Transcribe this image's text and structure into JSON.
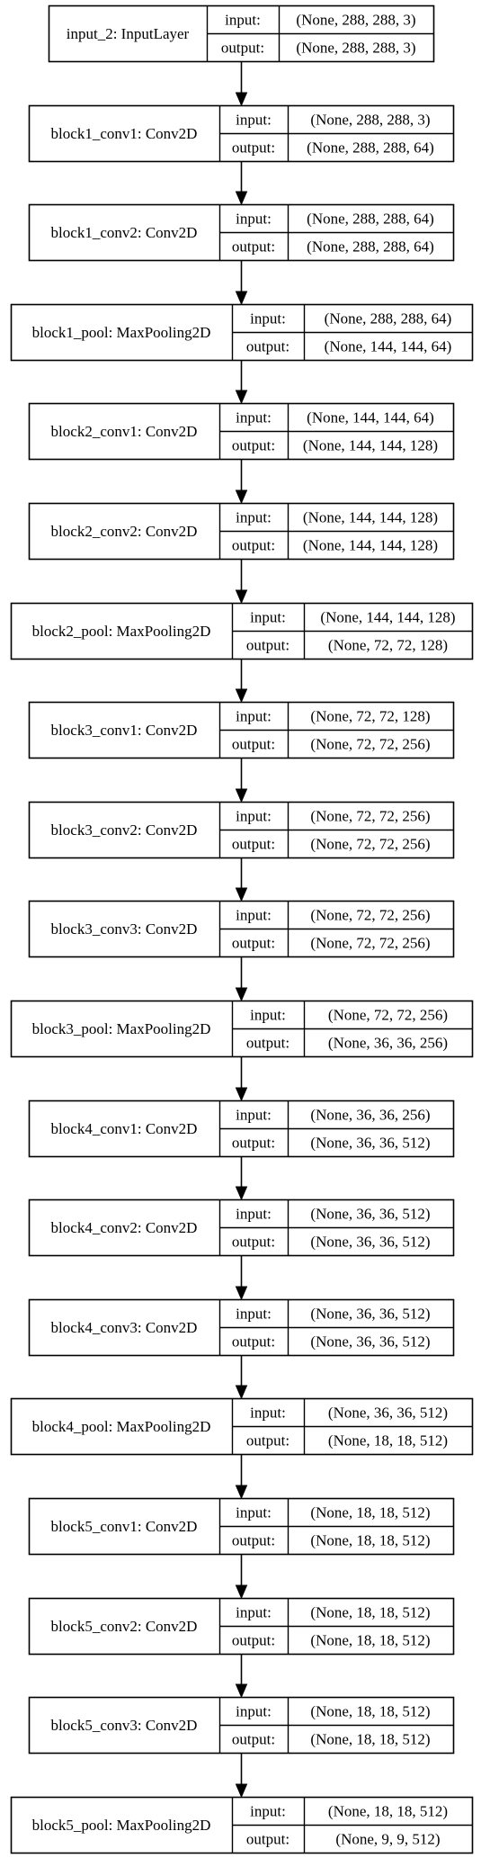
{
  "diagram": {
    "field_labels": {
      "input": "input:",
      "output": "output:"
    },
    "layers": [
      {
        "name": "input_2: InputLayer",
        "input": "(None, 288, 288, 3)",
        "output": "(None, 288, 288, 3)"
      },
      {
        "name": "block1_conv1: Conv2D",
        "input": "(None, 288, 288, 3)",
        "output": "(None, 288, 288, 64)"
      },
      {
        "name": "block1_conv2: Conv2D",
        "input": "(None, 288, 288, 64)",
        "output": "(None, 288, 288, 64)"
      },
      {
        "name": "block1_pool: MaxPooling2D",
        "input": "(None, 288, 288, 64)",
        "output": "(None, 144, 144, 64)"
      },
      {
        "name": "block2_conv1: Conv2D",
        "input": "(None, 144, 144, 64)",
        "output": "(None, 144, 144, 128)"
      },
      {
        "name": "block2_conv2: Conv2D",
        "input": "(None, 144, 144, 128)",
        "output": "(None, 144, 144, 128)"
      },
      {
        "name": "block2_pool: MaxPooling2D",
        "input": "(None, 144, 144, 128)",
        "output": "(None, 72, 72, 128)"
      },
      {
        "name": "block3_conv1: Conv2D",
        "input": "(None, 72, 72, 128)",
        "output": "(None, 72, 72, 256)"
      },
      {
        "name": "block3_conv2: Conv2D",
        "input": "(None, 72, 72, 256)",
        "output": "(None, 72, 72, 256)"
      },
      {
        "name": "block3_conv3: Conv2D",
        "input": "(None, 72, 72, 256)",
        "output": "(None, 72, 72, 256)"
      },
      {
        "name": "block3_pool: MaxPooling2D",
        "input": "(None, 72, 72, 256)",
        "output": "(None, 36, 36, 256)"
      },
      {
        "name": "block4_conv1: Conv2D",
        "input": "(None, 36, 36, 256)",
        "output": "(None, 36, 36, 512)"
      },
      {
        "name": "block4_conv2: Conv2D",
        "input": "(None, 36, 36, 512)",
        "output": "(None, 36, 36, 512)"
      },
      {
        "name": "block4_conv3: Conv2D",
        "input": "(None, 36, 36, 512)",
        "output": "(None, 36, 36, 512)"
      },
      {
        "name": "block4_pool: MaxPooling2D",
        "input": "(None, 36, 36, 512)",
        "output": "(None, 18, 18, 512)"
      },
      {
        "name": "block5_conv1: Conv2D",
        "input": "(None, 18, 18, 512)",
        "output": "(None, 18, 18, 512)"
      },
      {
        "name": "block5_conv2: Conv2D",
        "input": "(None, 18, 18, 512)",
        "output": "(None, 18, 18, 512)"
      },
      {
        "name": "block5_conv3: Conv2D",
        "input": "(None, 18, 18, 512)",
        "output": "(None, 18, 18, 512)"
      },
      {
        "name": "block5_pool: MaxPooling2D",
        "input": "(None, 18, 18, 512)",
        "output": "(None, 9, 9, 512)"
      }
    ]
  }
}
